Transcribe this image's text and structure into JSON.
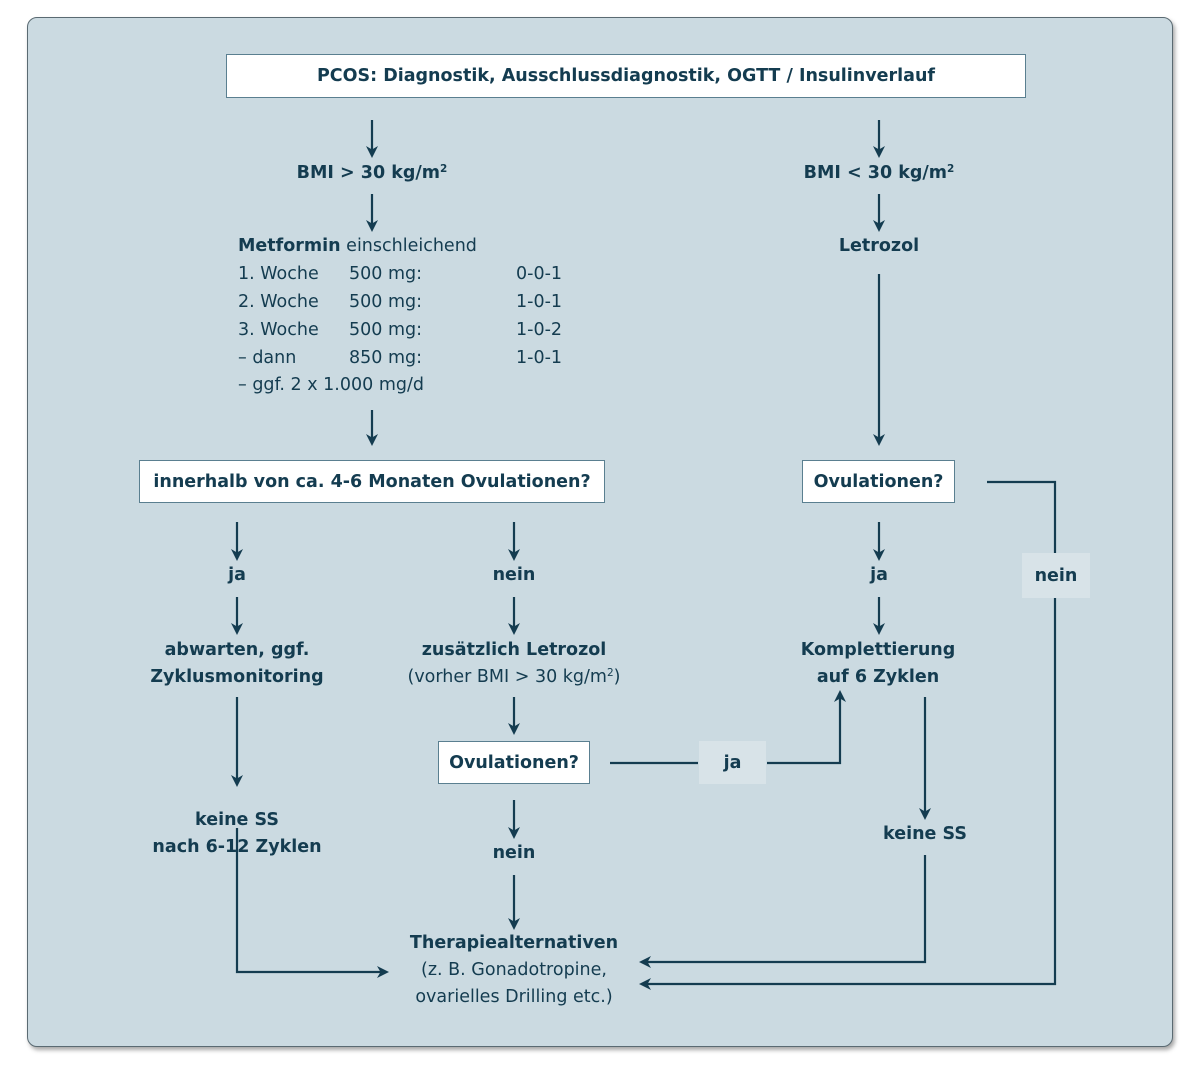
{
  "top_box": "PCOS: Diagnostik, Ausschlussdiagnostik, OGTT / Insulinverlauf",
  "left_branch": {
    "bmi_prefix": "BMI > 30 kg/m",
    "bmi_sup": "2",
    "metformin_title": "Metformin",
    "metformin_suffix": " einschleichend",
    "dosing": [
      {
        "period": "1. Woche",
        "dose": "500 mg:",
        "schedule": "0-0-1"
      },
      {
        "period": "2. Woche",
        "dose": "500 mg:",
        "schedule": "1-0-1"
      },
      {
        "period": "3. Woche",
        "dose": "500 mg:",
        "schedule": "1-0-2"
      },
      {
        "period": "–  dann",
        "dose": "850 mg:",
        "schedule": "1-0-1"
      }
    ],
    "dosing_extra": "–  ggf. 2 x 1.000 mg/d",
    "question_box": "innerhalb von ca. 4-6 Monaten Ovulationen?",
    "yes_label": "ja",
    "yes_action_line1": "abwarten, ggf.",
    "yes_action_line2": "Zyklusmonitoring",
    "yes_result_line1": "keine SS",
    "yes_result_line2": "nach 6-12 Zyklen",
    "no_label": "nein",
    "no_action_line1": "zusätzlich Letrozol",
    "no_action_line2_prefix": "(vorher BMI > 30 kg/m",
    "no_action_line2_sup": "2",
    "no_action_line2_suffix": ")",
    "ovulation_box": "Ovulationen?",
    "ovulation_yes": "ja",
    "ovulation_no": "nein"
  },
  "right_branch": {
    "bmi_prefix": "BMI < 30 kg/m",
    "bmi_sup": "2",
    "drug": "Letrozol",
    "ovulation_box": "Ovulationen?",
    "yes_label": "ja",
    "no_label": "nein",
    "completion_line1": "Komplettierung",
    "completion_line2": "auf 6 Zyklen",
    "result": "keine SS"
  },
  "final": {
    "title": "Therapiealternativen",
    "line2": "(z. B. Gonadotropine,",
    "line3": "ovarielles Drilling etc.)"
  },
  "colors": {
    "panel_background": "#cbdae1",
    "text_and_lines": "#143c50",
    "box_fill": "#ffffff"
  }
}
